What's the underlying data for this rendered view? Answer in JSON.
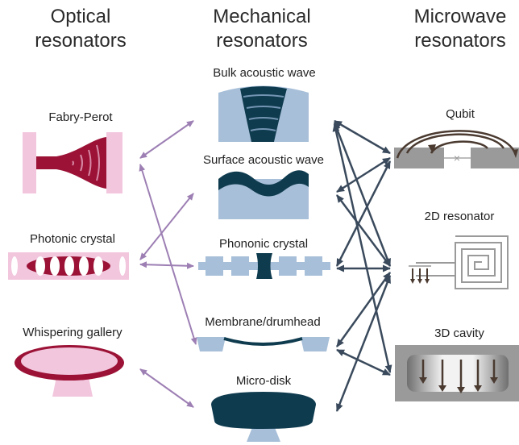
{
  "columns": {
    "optical": {
      "line1": "Optical",
      "line2": "resonators"
    },
    "mechanical": {
      "line1": "Mechanical",
      "line2": "resonators"
    },
    "microwave": {
      "line1": "Microwave",
      "line2": "resonators"
    }
  },
  "optical": {
    "fabry_perot": "Fabry-Perot",
    "photonic_crystal": "Photonic crystal",
    "whispering_gallery": "Whispering gallery"
  },
  "mechanical": {
    "bulk_acoustic_wave": "Bulk acoustic wave",
    "surface_acoustic_wave": "Surface acoustic wave",
    "phononic_crystal": "Phononic crystal",
    "membrane": "Membrane/drumhead",
    "micro_disk": "Micro-disk"
  },
  "microwave": {
    "qubit": "Qubit",
    "resonator_2d": "2D resonator",
    "cavity_3d": "3D cavity"
  },
  "colors": {
    "optical_pink": "#f2c6dd",
    "optical_red": "#9b1236",
    "mechanical_blue": "#a7bfd8",
    "mechanical_dark": "#0f3b4f",
    "optical_arrow": "#9d7fb4",
    "microwave_arrow": "#3a4a5c",
    "microwave_grey": "#9a9a9a"
  }
}
